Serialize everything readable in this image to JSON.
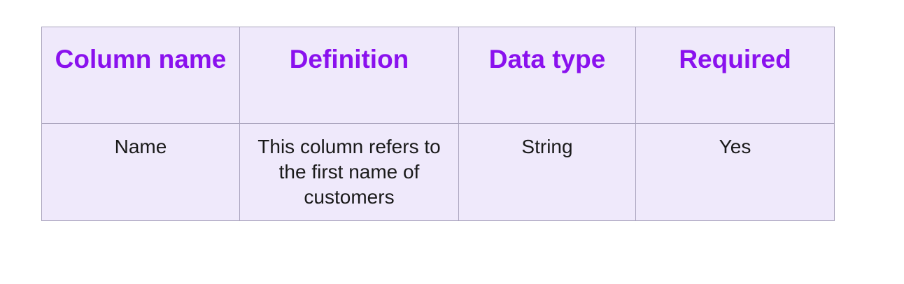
{
  "table": {
    "headers": [
      "Column name",
      "Definition",
      "Data type",
      "Required"
    ],
    "rows": [
      {
        "column_name": "Name",
        "definition": "This column refers to the first name of customers",
        "data_type": "String",
        "required": "Yes"
      }
    ]
  },
  "colors": {
    "header_text": "#8a11ee",
    "cell_background": "#efe9fb",
    "border": "#a9a3bd",
    "body_text": "#1a1a1a"
  }
}
